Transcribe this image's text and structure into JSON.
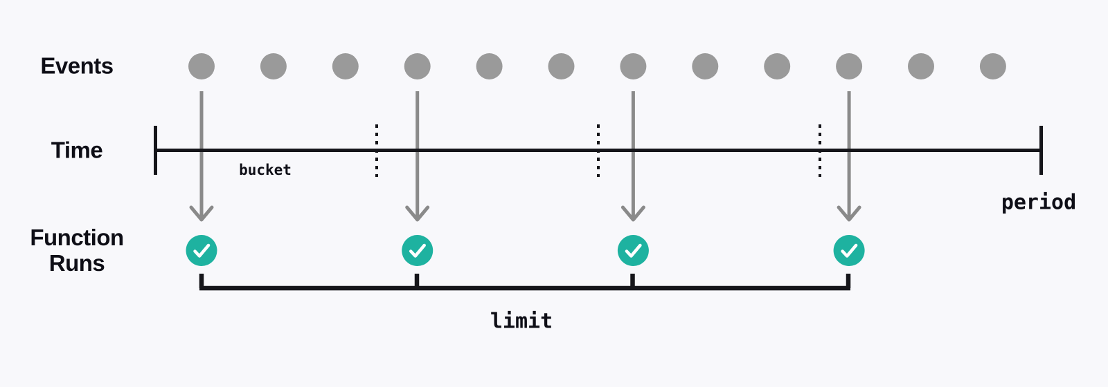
{
  "title": "Rate limiting diagram: events over time, buckets within a period, limited function runs",
  "colors": {
    "background": "#f8f8fb",
    "text": "#0e0e16",
    "line": "#15151a",
    "event_dot": "#9a9a9a",
    "arrow": "#8a8a8a",
    "run_circle": "#1eb2a0",
    "check": "#ffffff"
  },
  "labels": {
    "events": "Events",
    "time": "Time",
    "function_runs": "Function\nRuns",
    "bucket": "bucket",
    "period": "period",
    "limit": "limit"
  },
  "events": {
    "count": 12,
    "triggering_indices": [
      0,
      3,
      6,
      9
    ]
  },
  "timeline": {
    "bucket_count": 4,
    "divider_style": "dashed",
    "end_tick_style": "solid"
  },
  "function_runs": {
    "count": 4,
    "icon": "check-icon"
  }
}
